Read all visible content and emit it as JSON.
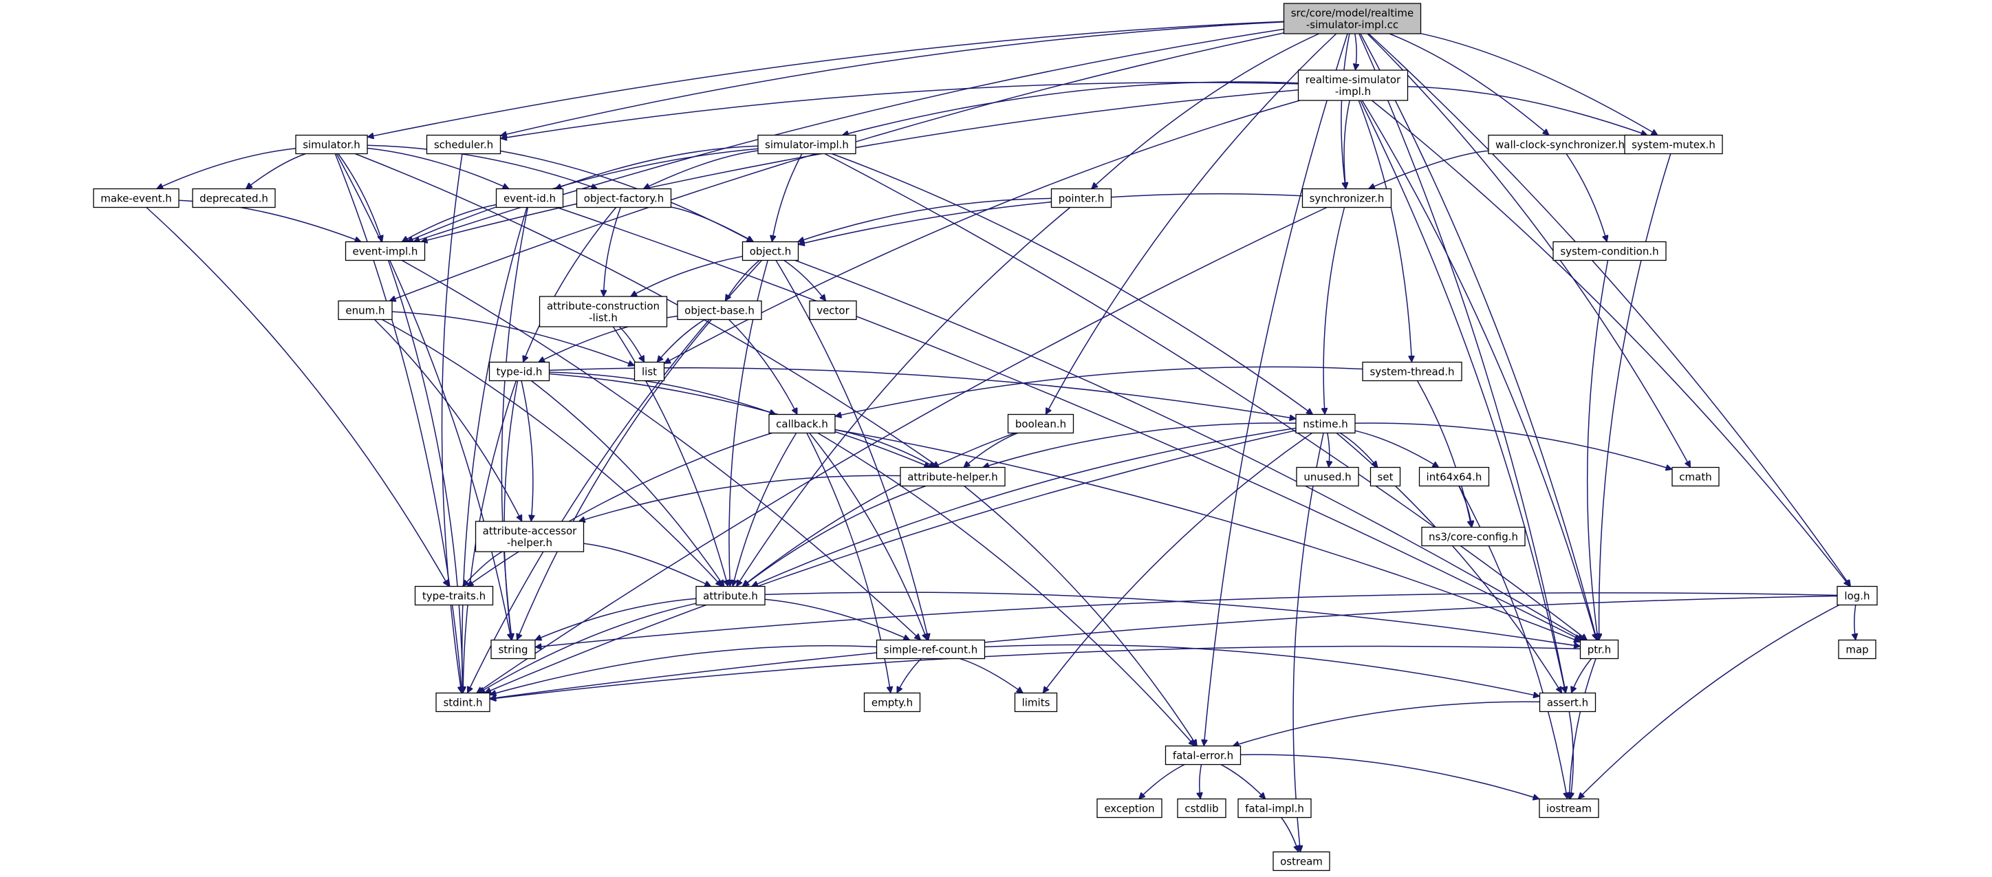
{
  "diagram": {
    "root": "n_root",
    "colors": {
      "edge": "#191970",
      "root_fill": "#bfbfbf",
      "box_border": "#000000",
      "missing_border": "#bfbfbf",
      "error_border": "#ff0000"
    },
    "nodes": [
      {
        "id": "n_root",
        "label": "src/core/model/realtime\n-simulator-impl.cc",
        "style": "root"
      },
      {
        "id": "n_rsimpl",
        "label": "realtime-simulator\n-impl.h",
        "style": "normal"
      },
      {
        "id": "n_simulator",
        "label": "simulator.h",
        "style": "normal"
      },
      {
        "id": "n_scheduler",
        "label": "scheduler.h",
        "style": "normal"
      },
      {
        "id": "n_simimpl",
        "label": "simulator-impl.h",
        "style": "normal"
      },
      {
        "id": "n_wallclock",
        "label": "wall-clock-synchronizer.h",
        "style": "normal"
      },
      {
        "id": "n_sysmutex",
        "label": "system-mutex.h",
        "style": "normal"
      },
      {
        "id": "n_makeevent",
        "label": "make-event.h",
        "style": "normal"
      },
      {
        "id": "n_deprecated",
        "label": "deprecated.h",
        "style": "normal"
      },
      {
        "id": "n_eventid",
        "label": "event-id.h",
        "style": "normal"
      },
      {
        "id": "n_objfactory",
        "label": "object-factory.h",
        "style": "normal"
      },
      {
        "id": "n_pointer",
        "label": "pointer.h",
        "style": "normal"
      },
      {
        "id": "n_synchronizer",
        "label": "synchronizer.h",
        "style": "normal"
      },
      {
        "id": "n_eventimpl",
        "label": "event-impl.h",
        "style": "normal"
      },
      {
        "id": "n_object",
        "label": "object.h",
        "style": "normal"
      },
      {
        "id": "n_syscond",
        "label": "system-condition.h",
        "style": "normal"
      },
      {
        "id": "n_enum",
        "label": "enum.h",
        "style": "normal"
      },
      {
        "id": "n_attrcons",
        "label": "attribute-construction\n-list.h",
        "style": "normal"
      },
      {
        "id": "n_objbase",
        "label": "object-base.h",
        "style": "normal"
      },
      {
        "id": "n_vector",
        "label": "vector",
        "style": "missing"
      },
      {
        "id": "n_list",
        "label": "list",
        "style": "missing"
      },
      {
        "id": "n_typeid",
        "label": "type-id.h",
        "style": "error"
      },
      {
        "id": "n_systhread",
        "label": "system-thread.h",
        "style": "normal"
      },
      {
        "id": "n_callback",
        "label": "callback.h",
        "style": "error"
      },
      {
        "id": "n_boolean",
        "label": "boolean.h",
        "style": "normal"
      },
      {
        "id": "n_nstime",
        "label": "nstime.h",
        "style": "normal"
      },
      {
        "id": "n_attrhelper",
        "label": "attribute-helper.h",
        "style": "error"
      },
      {
        "id": "n_unused",
        "label": "unused.h",
        "style": "normal"
      },
      {
        "id": "n_set",
        "label": "set",
        "style": "missing"
      },
      {
        "id": "n_int64",
        "label": "int64x64.h",
        "style": "normal"
      },
      {
        "id": "n_cmath",
        "label": "cmath",
        "style": "missing"
      },
      {
        "id": "n_attracc",
        "label": "attribute-accessor\n-helper.h",
        "style": "normal"
      },
      {
        "id": "n_coreconfig",
        "label": "ns3/core-config.h",
        "style": "missing"
      },
      {
        "id": "n_typetraits",
        "label": "type-traits.h",
        "style": "normal"
      },
      {
        "id": "n_attribute",
        "label": "attribute.h",
        "style": "normal"
      },
      {
        "id": "n_log",
        "label": "log.h",
        "style": "normal"
      },
      {
        "id": "n_string",
        "label": "string",
        "style": "missing"
      },
      {
        "id": "n_simplerc",
        "label": "simple-ref-count.h",
        "style": "error"
      },
      {
        "id": "n_ptr",
        "label": "ptr.h",
        "style": "normal"
      },
      {
        "id": "n_map",
        "label": "map",
        "style": "missing"
      },
      {
        "id": "n_stdint",
        "label": "stdint.h",
        "style": "missing"
      },
      {
        "id": "n_empty",
        "label": "empty.h",
        "style": "normal"
      },
      {
        "id": "n_limits",
        "label": "limits",
        "style": "missing"
      },
      {
        "id": "n_assert",
        "label": "assert.h",
        "style": "normal"
      },
      {
        "id": "n_fatalerror",
        "label": "fatal-error.h",
        "style": "normal"
      },
      {
        "id": "n_exception",
        "label": "exception",
        "style": "missing"
      },
      {
        "id": "n_cstdlib",
        "label": "cstdlib",
        "style": "missing"
      },
      {
        "id": "n_fatalimpl",
        "label": "fatal-impl.h",
        "style": "normal"
      },
      {
        "id": "n_iostream",
        "label": "iostream",
        "style": "missing"
      },
      {
        "id": "n_ostream",
        "label": "ostream",
        "style": "missing"
      }
    ],
    "edges": [
      [
        "n_root",
        "n_rsimpl"
      ],
      [
        "n_root",
        "n_simulator"
      ],
      [
        "n_root",
        "n_scheduler"
      ],
      [
        "n_root",
        "n_eventimpl"
      ],
      [
        "n_root",
        "n_enum"
      ],
      [
        "n_root",
        "n_pointer"
      ],
      [
        "n_root",
        "n_synchronizer"
      ],
      [
        "n_root",
        "n_boolean"
      ],
      [
        "n_root",
        "n_wallclock"
      ],
      [
        "n_root",
        "n_sysmutex"
      ],
      [
        "n_root",
        "n_cmath"
      ],
      [
        "n_root",
        "n_log"
      ],
      [
        "n_root",
        "n_ptr"
      ],
      [
        "n_root",
        "n_assert"
      ],
      [
        "n_root",
        "n_fatalerror"
      ],
      [
        "n_rsimpl",
        "n_scheduler"
      ],
      [
        "n_rsimpl",
        "n_simimpl"
      ],
      [
        "n_rsimpl",
        "n_eventimpl"
      ],
      [
        "n_rsimpl",
        "n_list"
      ],
      [
        "n_rsimpl",
        "n_synchronizer"
      ],
      [
        "n_rsimpl",
        "n_systhread"
      ],
      [
        "n_rsimpl",
        "n_sysmutex"
      ],
      [
        "n_rsimpl",
        "n_ptr"
      ],
      [
        "n_rsimpl",
        "n_log"
      ],
      [
        "n_rsimpl",
        "n_assert"
      ],
      [
        "n_simulator",
        "n_makeevent"
      ],
      [
        "n_simulator",
        "n_deprecated"
      ],
      [
        "n_simulator",
        "n_eventid"
      ],
      [
        "n_simulator",
        "n_objfactory"
      ],
      [
        "n_simulator",
        "n_eventimpl"
      ],
      [
        "n_simulator",
        "n_stdint"
      ],
      [
        "n_simulator",
        "n_string"
      ],
      [
        "n_simulator",
        "n_attrhelper"
      ],
      [
        "n_scheduler",
        "n_object"
      ],
      [
        "n_scheduler",
        "n_stdint"
      ],
      [
        "n_simimpl",
        "n_eventid"
      ],
      [
        "n_simimpl",
        "n_eventimpl"
      ],
      [
        "n_simimpl",
        "n_objfactory"
      ],
      [
        "n_simimpl",
        "n_object"
      ],
      [
        "n_simimpl",
        "n_nstime"
      ],
      [
        "n_simimpl",
        "n_ptr"
      ],
      [
        "n_wallclock",
        "n_synchronizer"
      ],
      [
        "n_wallclock",
        "n_syscond"
      ],
      [
        "n_sysmutex",
        "n_ptr"
      ],
      [
        "n_makeevent",
        "n_eventimpl"
      ],
      [
        "n_makeevent",
        "n_typetraits"
      ],
      [
        "n_eventid",
        "n_eventimpl"
      ],
      [
        "n_eventid",
        "n_ptr"
      ],
      [
        "n_eventid",
        "n_stdint"
      ],
      [
        "n_eventid",
        "n_string"
      ],
      [
        "n_objfactory",
        "n_object"
      ],
      [
        "n_objfactory",
        "n_attrcons"
      ],
      [
        "n_objfactory",
        "n_typeid"
      ],
      [
        "n_pointer",
        "n_object"
      ],
      [
        "n_pointer",
        "n_attribute"
      ],
      [
        "n_synchronizer",
        "n_object"
      ],
      [
        "n_synchronizer",
        "n_nstime"
      ],
      [
        "n_synchronizer",
        "n_stdint"
      ],
      [
        "n_eventimpl",
        "n_simplerc"
      ],
      [
        "n_eventimpl",
        "n_stdint"
      ],
      [
        "n_object",
        "n_attrcons"
      ],
      [
        "n_object",
        "n_objbase"
      ],
      [
        "n_object",
        "n_vector"
      ],
      [
        "n_object",
        "n_attribute"
      ],
      [
        "n_object",
        "n_ptr"
      ],
      [
        "n_object",
        "n_simplerc"
      ],
      [
        "n_object",
        "n_stdint"
      ],
      [
        "n_syscond",
        "n_ptr"
      ],
      [
        "n_enum",
        "n_list"
      ],
      [
        "n_enum",
        "n_attribute"
      ],
      [
        "n_enum",
        "n_attracc"
      ],
      [
        "n_attrcons",
        "n_list"
      ],
      [
        "n_attrcons",
        "n_attribute"
      ],
      [
        "n_objbase",
        "n_typeid"
      ],
      [
        "n_objbase",
        "n_callback"
      ],
      [
        "n_objbase",
        "n_string"
      ],
      [
        "n_objbase",
        "n_list"
      ],
      [
        "n_typeid",
        "n_callback"
      ],
      [
        "n_typeid",
        "n_attribute"
      ],
      [
        "n_typeid",
        "n_attracc"
      ],
      [
        "n_typeid",
        "n_attrhelper"
      ],
      [
        "n_typeid",
        "n_string"
      ],
      [
        "n_typeid",
        "n_stdint"
      ],
      [
        "n_typeid",
        "n_nstime"
      ],
      [
        "n_systhread",
        "n_callback"
      ],
      [
        "n_systhread",
        "n_coreconfig"
      ],
      [
        "n_callback",
        "n_attrhelper"
      ],
      [
        "n_callback",
        "n_attribute"
      ],
      [
        "n_callback",
        "n_simplerc"
      ],
      [
        "n_callback",
        "n_empty"
      ],
      [
        "n_callback",
        "n_typetraits"
      ],
      [
        "n_callback",
        "n_ptr"
      ],
      [
        "n_callback",
        "n_fatalerror"
      ],
      [
        "n_boolean",
        "n_attrhelper"
      ],
      [
        "n_boolean",
        "n_attribute"
      ],
      [
        "n_nstime",
        "n_attrhelper"
      ],
      [
        "n_nstime",
        "n_attribute"
      ],
      [
        "n_nstime",
        "n_unused"
      ],
      [
        "n_nstime",
        "n_set"
      ],
      [
        "n_nstime",
        "n_int64"
      ],
      [
        "n_nstime",
        "n_cmath"
      ],
      [
        "n_nstime",
        "n_assert"
      ],
      [
        "n_nstime",
        "n_limits"
      ],
      [
        "n_nstime",
        "n_ostream"
      ],
      [
        "n_nstime",
        "n_stdint"
      ],
      [
        "n_attrhelper",
        "n_attribute"
      ],
      [
        "n_attrhelper",
        "n_attracc"
      ],
      [
        "n_attrhelper",
        "n_fatalerror"
      ],
      [
        "n_int64",
        "n_coreconfig"
      ],
      [
        "n_int64",
        "n_iostream"
      ],
      [
        "n_attracc",
        "n_attribute"
      ],
      [
        "n_attracc",
        "n_typetraits"
      ],
      [
        "n_attribute",
        "n_string"
      ],
      [
        "n_attribute",
        "n_ptr"
      ],
      [
        "n_attribute",
        "n_stdint"
      ],
      [
        "n_attribute",
        "n_simplerc"
      ],
      [
        "n_log",
        "n_string"
      ],
      [
        "n_log",
        "n_map"
      ],
      [
        "n_log",
        "n_stdint"
      ],
      [
        "n_log",
        "n_iostream"
      ],
      [
        "n_simplerc",
        "n_empty"
      ],
      [
        "n_simplerc",
        "n_stdint"
      ],
      [
        "n_simplerc",
        "n_limits"
      ],
      [
        "n_simplerc",
        "n_assert"
      ],
      [
        "n_ptr",
        "n_assert"
      ],
      [
        "n_ptr",
        "n_iostream"
      ],
      [
        "n_ptr",
        "n_stdint"
      ],
      [
        "n_assert",
        "n_fatalerror"
      ],
      [
        "n_assert",
        "n_iostream"
      ],
      [
        "n_fatalerror",
        "n_exception"
      ],
      [
        "n_fatalerror",
        "n_cstdlib"
      ],
      [
        "n_fatalerror",
        "n_fatalimpl"
      ],
      [
        "n_fatalerror",
        "n_iostream"
      ],
      [
        "n_fatalimpl",
        "n_ostream"
      ]
    ]
  }
}
